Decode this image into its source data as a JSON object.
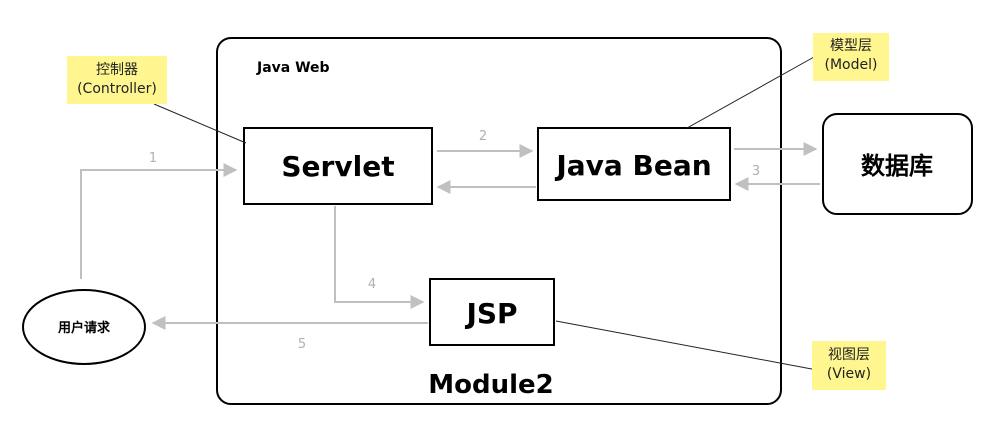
{
  "container": {
    "title": "Java Web",
    "module_label": "Module2"
  },
  "components": {
    "servlet": "Servlet",
    "java_bean": "Java Bean",
    "jsp": "JSP",
    "database": "数据库",
    "user_request": "用户请求"
  },
  "notes": {
    "controller": {
      "line1": "控制器",
      "line2": "(Controller)"
    },
    "model": {
      "line1": "模型层",
      "line2": "(Model)"
    },
    "view": {
      "line1": "视图层",
      "line2": "(View)"
    }
  },
  "flow_steps": {
    "step1": "1",
    "step2": "2",
    "step3": "3",
    "step4": "4",
    "step5": "5"
  },
  "colors": {
    "note_fill": "#fff68f",
    "arrow": "#c0c0c0",
    "box_border": "#000000"
  }
}
